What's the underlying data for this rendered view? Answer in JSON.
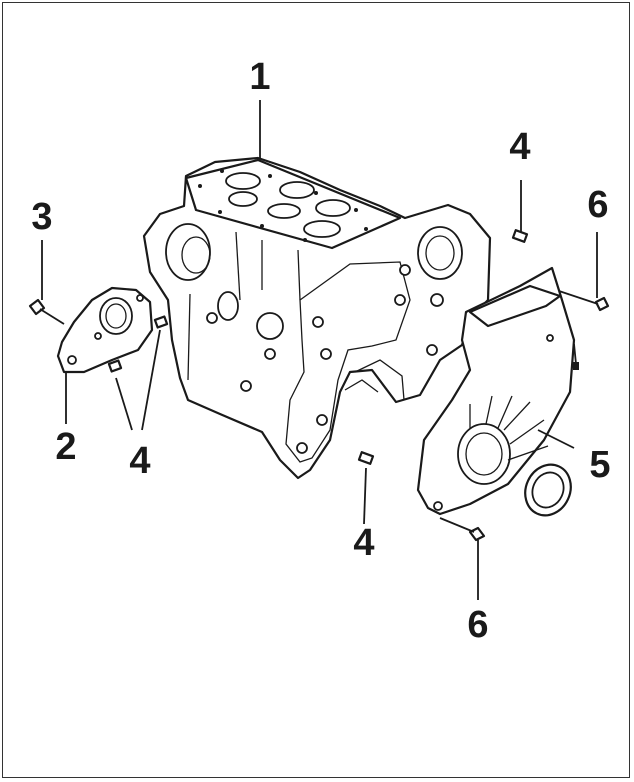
{
  "diagram": {
    "line_color": "#1a1a1a",
    "background": "#ffffff",
    "callouts": [
      {
        "id": "c1",
        "label": "1"
      },
      {
        "id": "c2",
        "label": "2"
      },
      {
        "id": "c3",
        "label": "3"
      },
      {
        "id": "c4a",
        "label": "4"
      },
      {
        "id": "c4b",
        "label": "4"
      },
      {
        "id": "c4c",
        "label": "4"
      },
      {
        "id": "c5",
        "label": "5"
      },
      {
        "id": "c6a",
        "label": "6"
      },
      {
        "id": "c6b",
        "label": "6"
      }
    ],
    "parts": [
      {
        "name": "cylinder-block"
      },
      {
        "name": "rear-cover-plate"
      },
      {
        "name": "bolt"
      },
      {
        "name": "dowel-pin"
      },
      {
        "name": "timing-cover"
      },
      {
        "name": "crankshaft-oil-seal"
      }
    ]
  }
}
